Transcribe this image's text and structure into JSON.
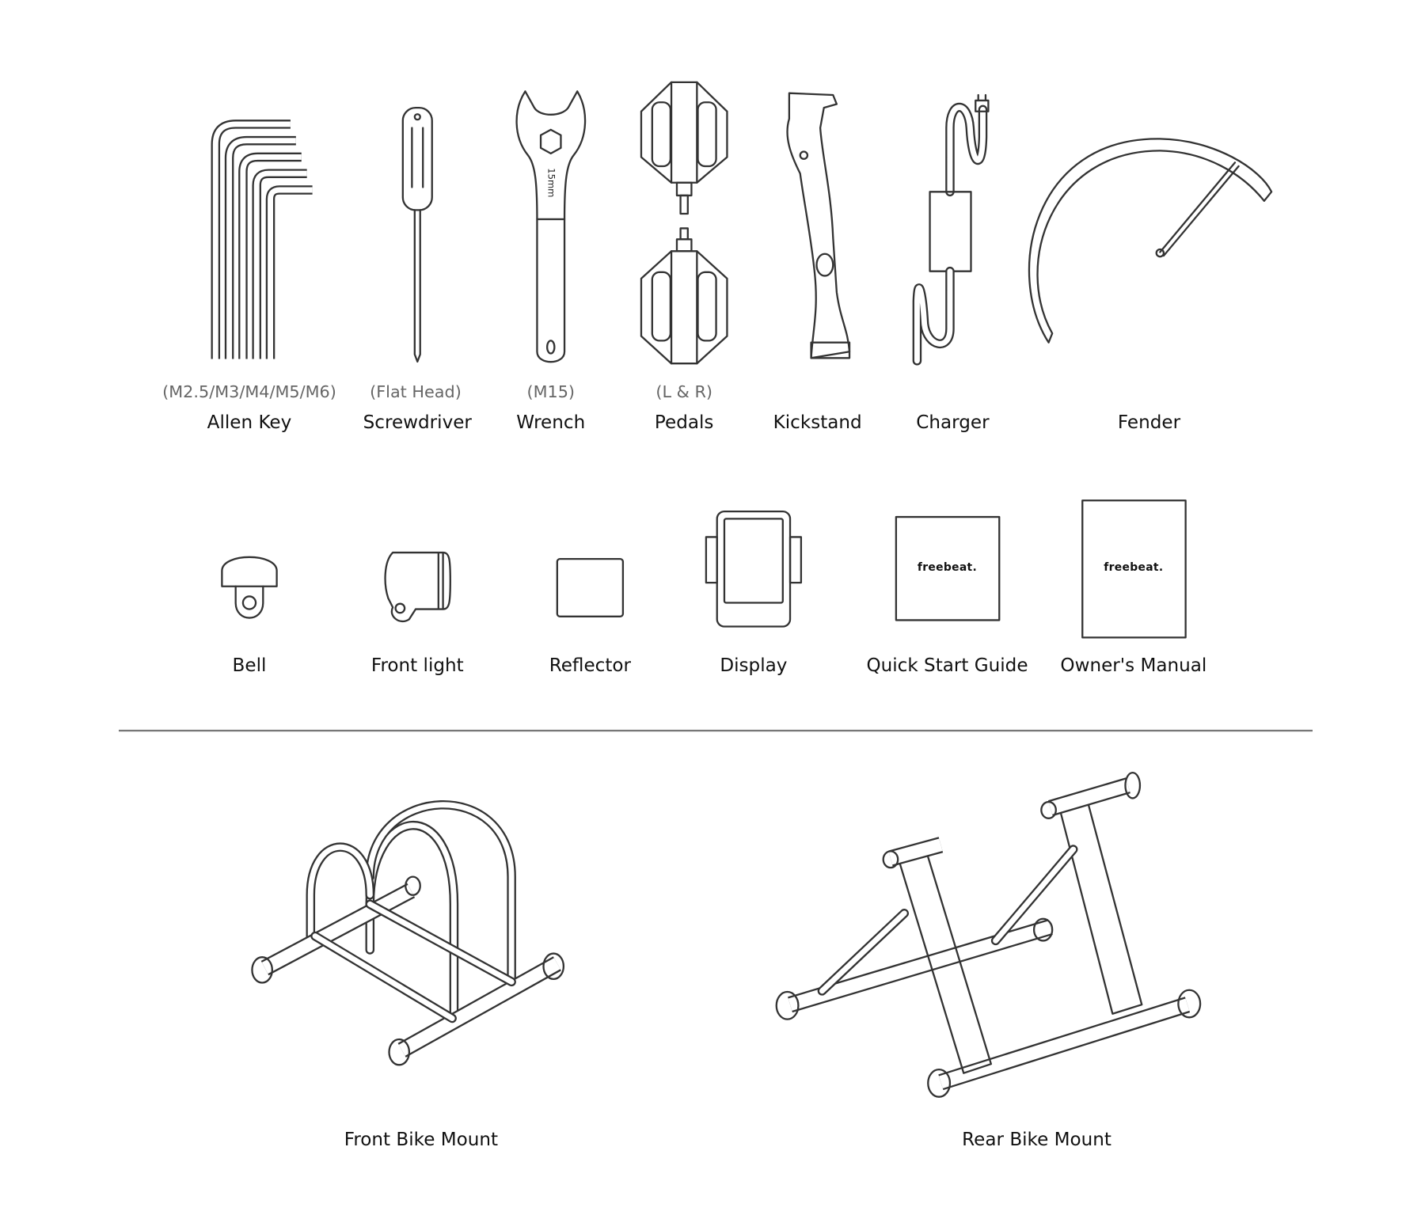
{
  "row1": [
    {
      "name": "Allen Key",
      "spec": "(M2.5/M3/M4/M5/M6)"
    },
    {
      "name": "Screwdriver",
      "spec": "(Flat Head)"
    },
    {
      "name": "Wrench",
      "spec": "(M15)"
    },
    {
      "name": "Pedals",
      "spec": "(L & R)"
    },
    {
      "name": "Kickstand"
    },
    {
      "name": "Charger"
    },
    {
      "name": "Fender"
    }
  ],
  "wrench_marking": "15mm",
  "row2": [
    {
      "name": "Bell"
    },
    {
      "name": "Front light"
    },
    {
      "name": "Reflector"
    },
    {
      "name": "Display"
    },
    {
      "name": "Quick Start Guide"
    },
    {
      "name": "Owner's Manual"
    }
  ],
  "brand_logo": "freebeat.",
  "mounts": [
    {
      "name": "Front Bike Mount"
    },
    {
      "name": "Rear Bike Mount"
    }
  ],
  "colors": {
    "line": "#333333",
    "divider": "#777777",
    "spec_text": "#666666"
  }
}
